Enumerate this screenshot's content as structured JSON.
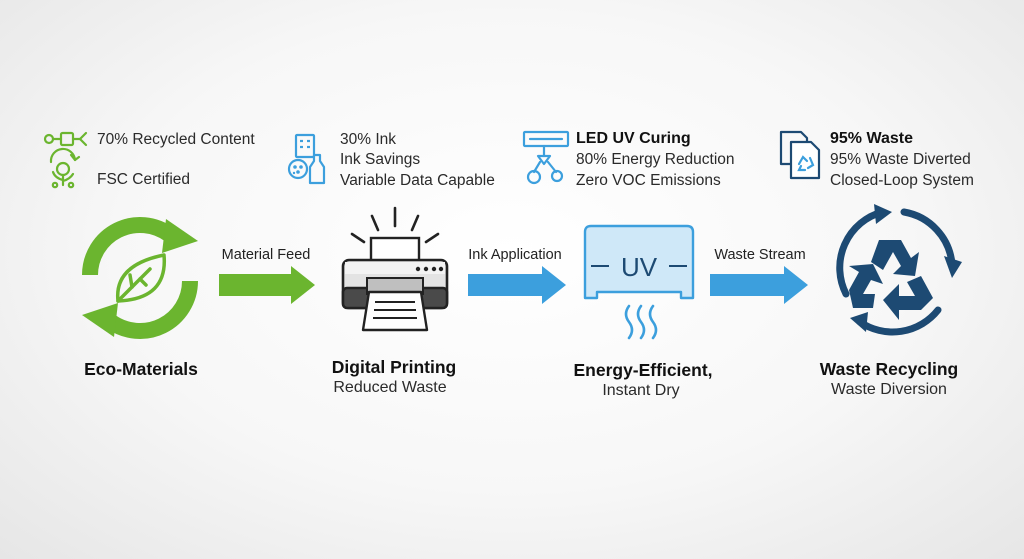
{
  "stages": [
    {
      "title": "Eco-Materials",
      "subtitle": "",
      "icon": "recycle-leaf-icon",
      "features": [
        "70% Recycled Content",
        "FSC Certified"
      ]
    },
    {
      "title": "Digital Printing",
      "subtitle": "Reduced Waste",
      "icon": "printer-icon",
      "features": [
        "30% Ink",
        "Ink Savings",
        "Variable Data Capable"
      ]
    },
    {
      "title": "Energy-Efficient,",
      "subtitle": "Instant Dry",
      "icon": "uv-lamp-icon",
      "uv_label": "UV",
      "features_heading": "LED UV Curing",
      "features": [
        "80% Energy Reduction",
        "Zero VOC Emissions"
      ]
    },
    {
      "title": "Waste Recycling",
      "subtitle": "Waste Diversion",
      "icon": "recycle-symbol-icon",
      "features_heading": "95% Waste",
      "features": [
        "95% Waste Diverted",
        "Closed-Loop System"
      ]
    }
  ],
  "arrows": [
    {
      "label": "Material Feed",
      "color": "#6bb52f"
    },
    {
      "label": "Ink Application",
      "color": "#3c9fdd"
    },
    {
      "label": "Waste Stream",
      "color": "#3c9fdd"
    }
  ],
  "colors": {
    "green": "#6bb52f",
    "blue": "#3c9fdd",
    "navy": "#1d4a73",
    "gray": "#555555"
  }
}
